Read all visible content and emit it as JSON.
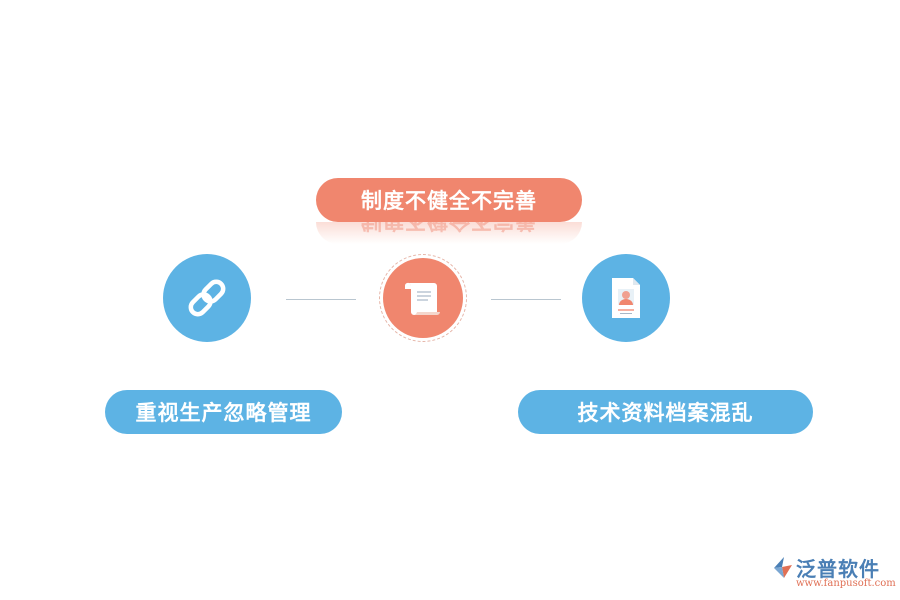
{
  "diagram": {
    "top_label": "制度不健全不完善",
    "left_label": "重视生产忽略管理",
    "right_label": "技术资料档案混乱",
    "nodes": [
      {
        "icon": "chain-link-icon",
        "color": "#5db3e4"
      },
      {
        "icon": "scroll-document-icon",
        "color": "#f0866e"
      },
      {
        "icon": "profile-document-icon",
        "color": "#5db3e4"
      }
    ]
  },
  "colors": {
    "accent_orange": "#f0866e",
    "accent_blue": "#5db3e4",
    "connector": "#b9c6d0",
    "logo_blue": "#4a7fb5",
    "logo_orange": "#e07055"
  },
  "logo": {
    "name": "泛普软件",
    "url": "www.fanpusoft.com"
  }
}
